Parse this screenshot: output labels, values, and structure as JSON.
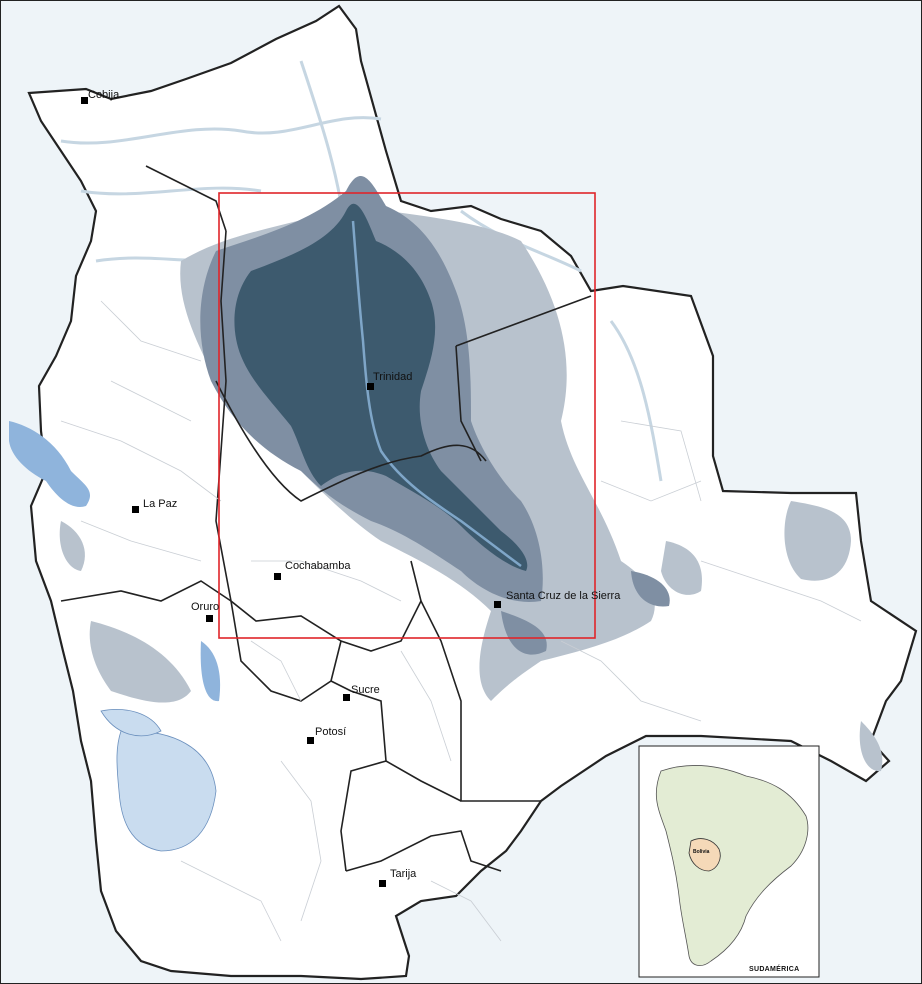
{
  "map": {
    "cities": [
      {
        "id": "cobija",
        "name": "Cobija"
      },
      {
        "id": "la-paz",
        "name": "La Paz"
      },
      {
        "id": "trinidad",
        "name": "Trinidad"
      },
      {
        "id": "cochabamba",
        "name": "Cochabamba"
      },
      {
        "id": "oruro",
        "name": "Oruro"
      },
      {
        "id": "santa-cruz",
        "name": "Santa Cruz de la Sierra"
      },
      {
        "id": "sucre",
        "name": "Sucre"
      },
      {
        "id": "potosi",
        "name": "Potosí"
      },
      {
        "id": "tarija",
        "name": "Tarija"
      }
    ],
    "inset": {
      "label": "SUDAMÉRICA",
      "country_label": "Bolivia"
    },
    "colors": {
      "background": "#eef4f8",
      "land": "#ffffff",
      "border": "#222222",
      "flood_dark": "#3d5a6e",
      "flood_mid": "#7f8fa3",
      "flood_light": "#b8c2cd",
      "water": "#8fb4dc",
      "study_area": "#e0252a",
      "inset_land": "#e3ecd4",
      "inset_bolivia": "#f5d9b8"
    }
  }
}
